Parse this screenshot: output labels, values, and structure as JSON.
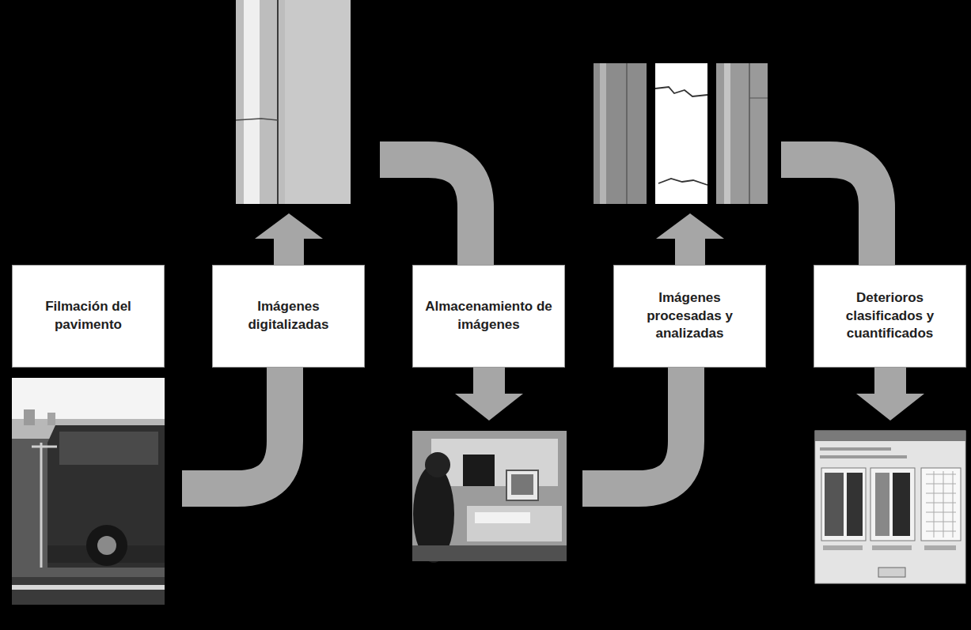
{
  "diagram": {
    "nodes": [
      {
        "text": [
          "Filmación del pavimento"
        ]
      },
      {
        "text": [
          "Imágenes digitalizadas"
        ]
      },
      {
        "text": [
          "Almacenamiento de imágenes"
        ]
      },
      {
        "text": [
          "Imágenes procesadas y analizadas"
        ]
      },
      {
        "text": [
          "Deterioros clasificados y cuantificados"
        ]
      }
    ],
    "edges": [
      {
        "from": 0,
        "to": 1,
        "arrow": "none"
      },
      {
        "from": 1,
        "to": 2,
        "arrow": "none"
      },
      {
        "from": 2,
        "to": 3,
        "arrow": "none"
      },
      {
        "from": 3,
        "to": 4,
        "arrow": "none"
      }
    ]
  }
}
